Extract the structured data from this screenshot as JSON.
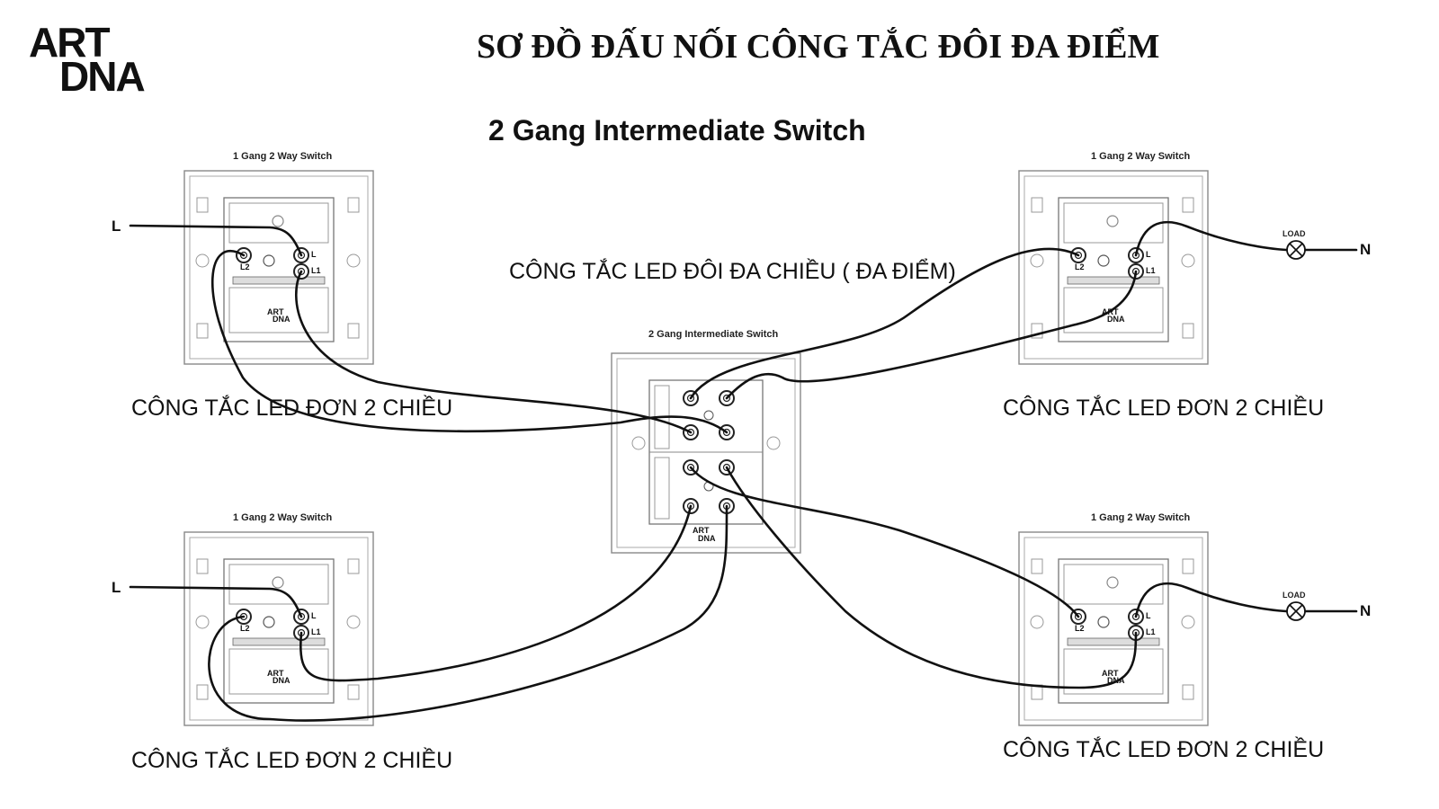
{
  "brand": {
    "line1": "ART",
    "line2": "DNA"
  },
  "title": "SƠ ĐỒ ĐẤU NỐI CÔNG TẮC ĐÔI ĐA ĐIỂM",
  "subtitle": "2 Gang Intermediate Switch",
  "center_caption": "CÔNG TẮC LED ĐÔI ĐA CHIỀU ( ĐA ĐIỂM)",
  "center_switch": {
    "label": "2 Gang Intermediate Switch",
    "brand1": "ART",
    "brand2": "DNA"
  },
  "switches": [
    {
      "label": "1 Gang 2 Way Switch",
      "caption": "CÔNG TẮC LED ĐƠN 2 CHIỀU",
      "t_l2": "L2",
      "t_l": "L",
      "t_l1": "L1",
      "brand1": "ART",
      "brand2": "DNA"
    },
    {
      "label": "1 Gang 2 Way Switch",
      "caption": "CÔNG TẮC LED ĐƠN 2 CHIỀU",
      "t_l2": "L2",
      "t_l": "L",
      "t_l1": "L1",
      "brand1": "ART",
      "brand2": "DNA"
    },
    {
      "label": "1 Gang 2 Way Switch",
      "caption": "CÔNG TẮC LED ĐƠN 2 CHIỀU",
      "t_l2": "L2",
      "t_l": "L",
      "t_l1": "L1",
      "brand1": "ART",
      "brand2": "DNA"
    },
    {
      "label": "1 Gang 2 Way Switch",
      "caption": "CÔNG TẮC LED ĐƠN 2 CHIỀU",
      "t_l2": "L2",
      "t_l": "L",
      "t_l1": "L1",
      "brand1": "ART",
      "brand2": "DNA"
    }
  ],
  "live_labels": [
    "L",
    "L"
  ],
  "neutral_labels": [
    "N",
    "N"
  ],
  "load_labels": [
    "LOAD",
    "LOAD"
  ]
}
